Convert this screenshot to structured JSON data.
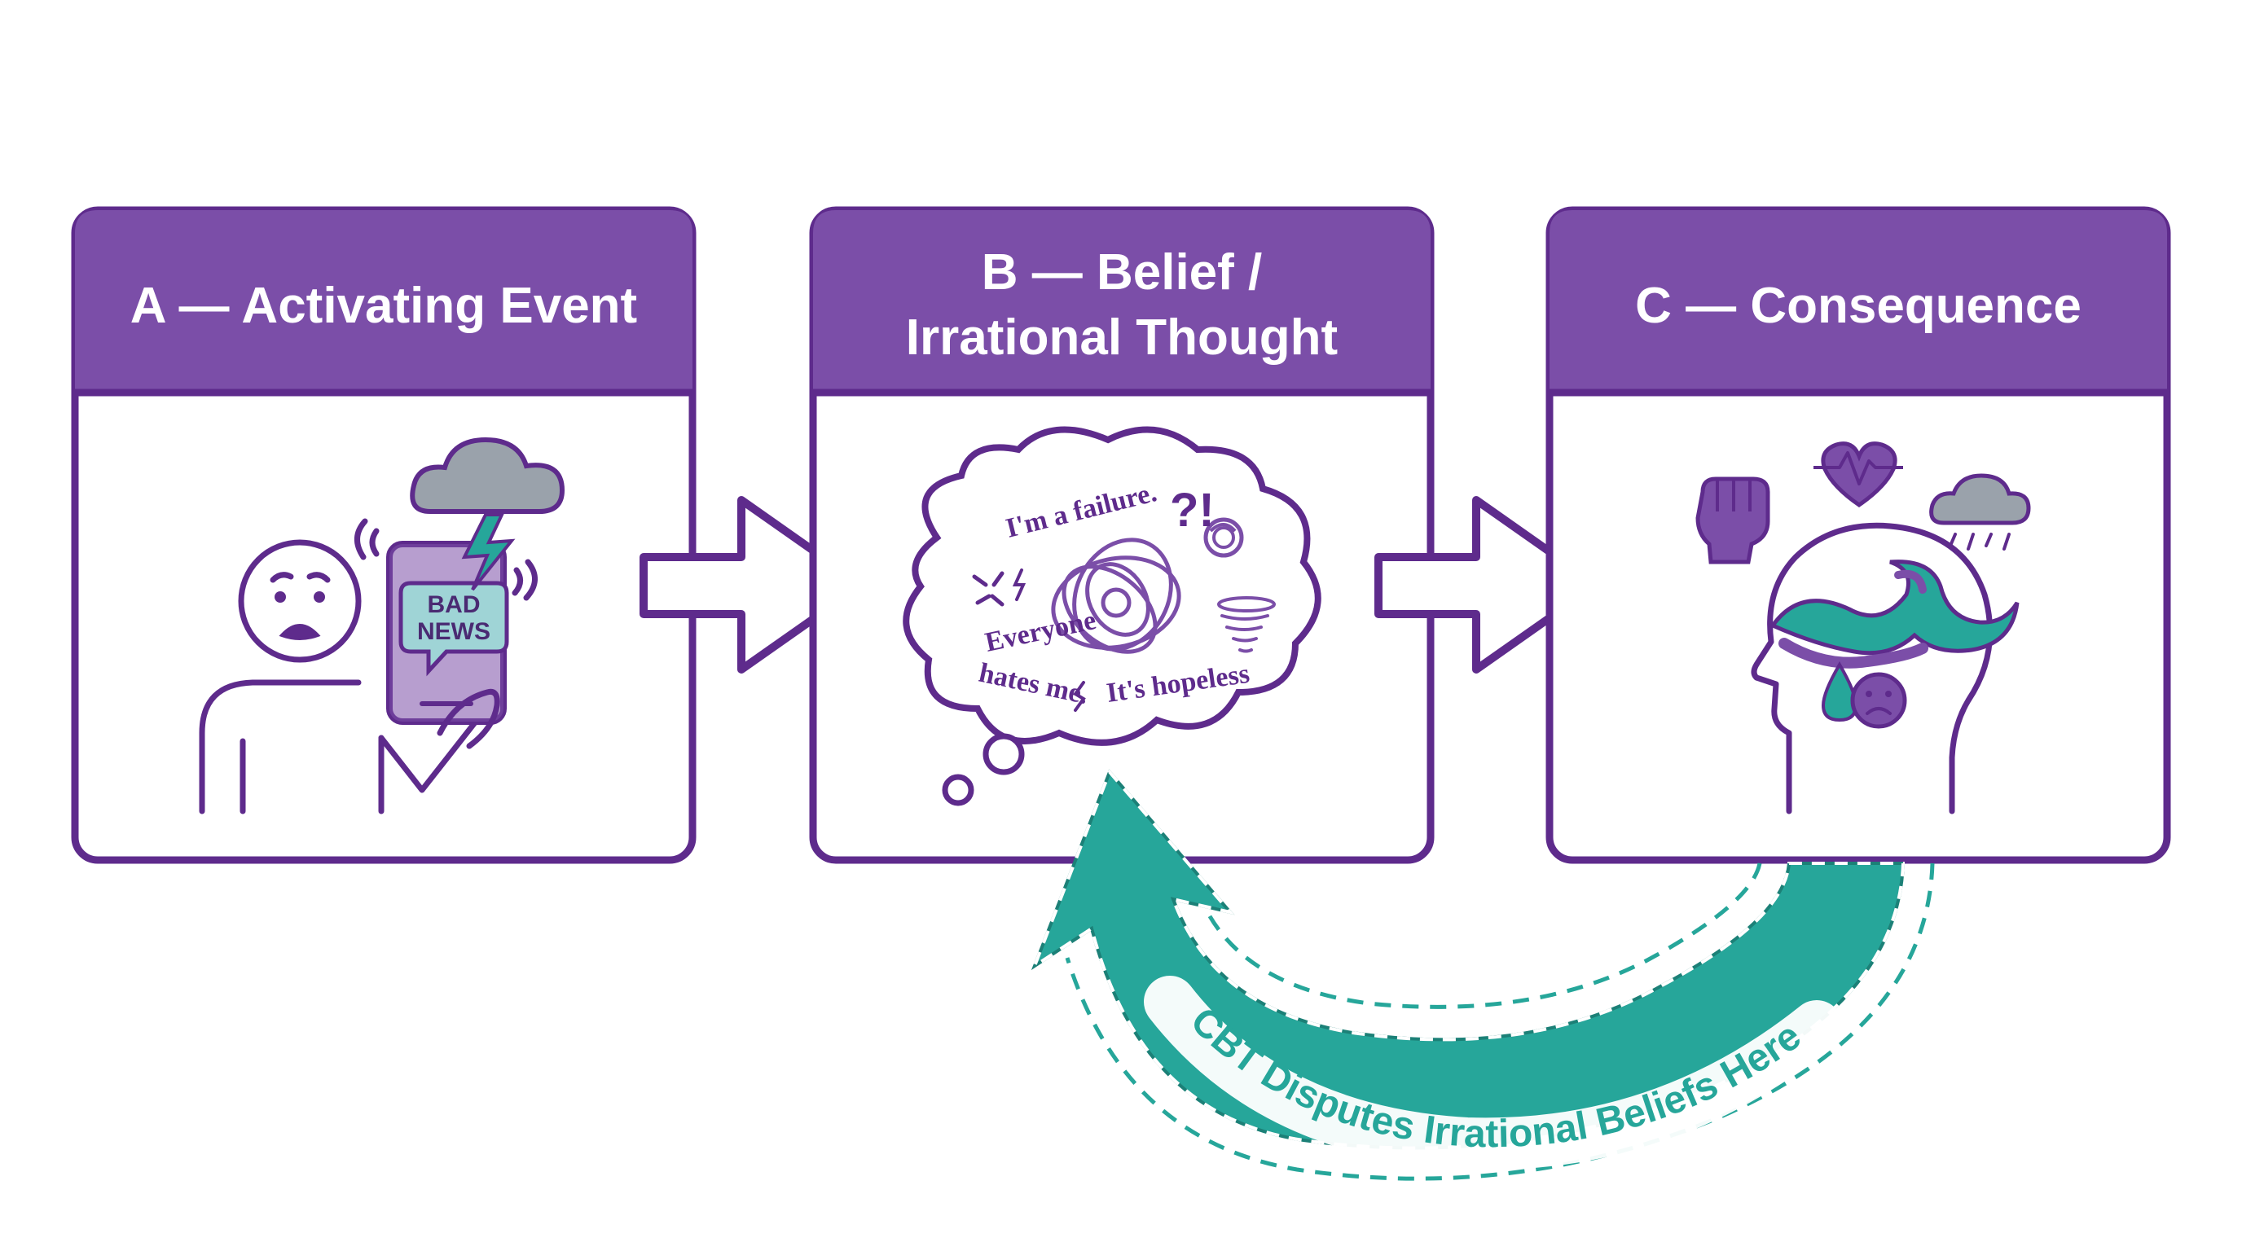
{
  "panels": [
    {
      "header_lines": [
        "A — Activating Event"
      ]
    },
    {
      "header_lines": [
        "B — Belief /",
        "Irrational Thought"
      ]
    },
    {
      "header_lines": [
        "C — Consequence"
      ]
    }
  ],
  "panel_a": {
    "icons": [
      "sad-face-icon",
      "phone-icon",
      "storm-cloud-icon",
      "lightning-icon"
    ],
    "news_bubble_lines": [
      "BAD",
      "NEWS"
    ]
  },
  "panel_b": {
    "thoughts": [
      "I'm a failure.",
      "?!",
      "Everyone",
      "hates me.",
      "It's hopeless"
    ],
    "icons": [
      "thought-cloud-icon",
      "tangled-scribble-icon",
      "tornado-icon",
      "rose-icon",
      "anger-icon"
    ]
  },
  "panel_c": {
    "icons": [
      "fist-icon",
      "heart-pulse-icon",
      "rain-cloud-icon",
      "head-profile-icon",
      "wave-icon",
      "tear-icon",
      "sad-face-icon"
    ]
  },
  "arrows": {
    "flow_icon": "right-arrow-icon",
    "feedback_icon": "curved-feedback-arrow-icon",
    "feedback_label": "CBT Disputes Irrational Beliefs Here"
  },
  "colors": {
    "purple_dark": "#5e2b8c",
    "purple_header": "#7b4ea8",
    "teal": "#26a69a",
    "teal_light": "#9fd4d6",
    "gray_cloud": "#9aa2ab",
    "background": "#ffffff"
  }
}
